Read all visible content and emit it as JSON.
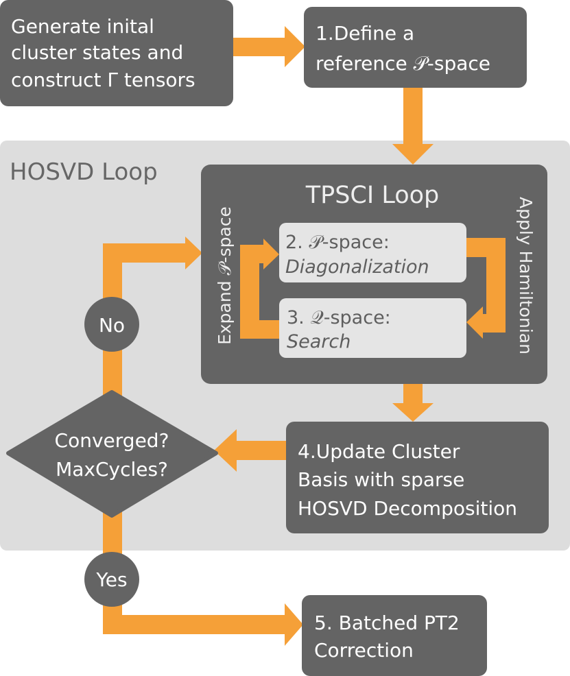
{
  "colors": {
    "dark": "#646464",
    "panel": "#dddddd",
    "orange": "#f5a038",
    "light": "#e5e5e5"
  },
  "box_init": {
    "lines": [
      "Generate inital",
      "cluster states and",
      "construct Γ tensors"
    ]
  },
  "box_define": {
    "lines": [
      "1.Define a",
      "reference 𝒫-space"
    ]
  },
  "hosvd_loop": {
    "title": "HOSVD Loop"
  },
  "tpsci_loop": {
    "title": "TPSCI Loop",
    "expand_label": "Expand 𝒫-space",
    "apply_label": "Apply  Hamiltonian"
  },
  "box_p": {
    "line1": "2. 𝒫-space:",
    "line2": "Diagonalization"
  },
  "box_q": {
    "line1": "3. 𝒬-space:",
    "line2": "Search"
  },
  "box_update": {
    "lines": [
      "4.Update Cluster",
      "Basis with sparse",
      "HOSVD Decomposition"
    ]
  },
  "decision": {
    "lines": [
      "Converged?",
      "MaxCycles?"
    ],
    "no": "No",
    "yes": "Yes"
  },
  "box_pt2": {
    "lines": [
      "5. Batched PT2",
      "Correction"
    ]
  }
}
